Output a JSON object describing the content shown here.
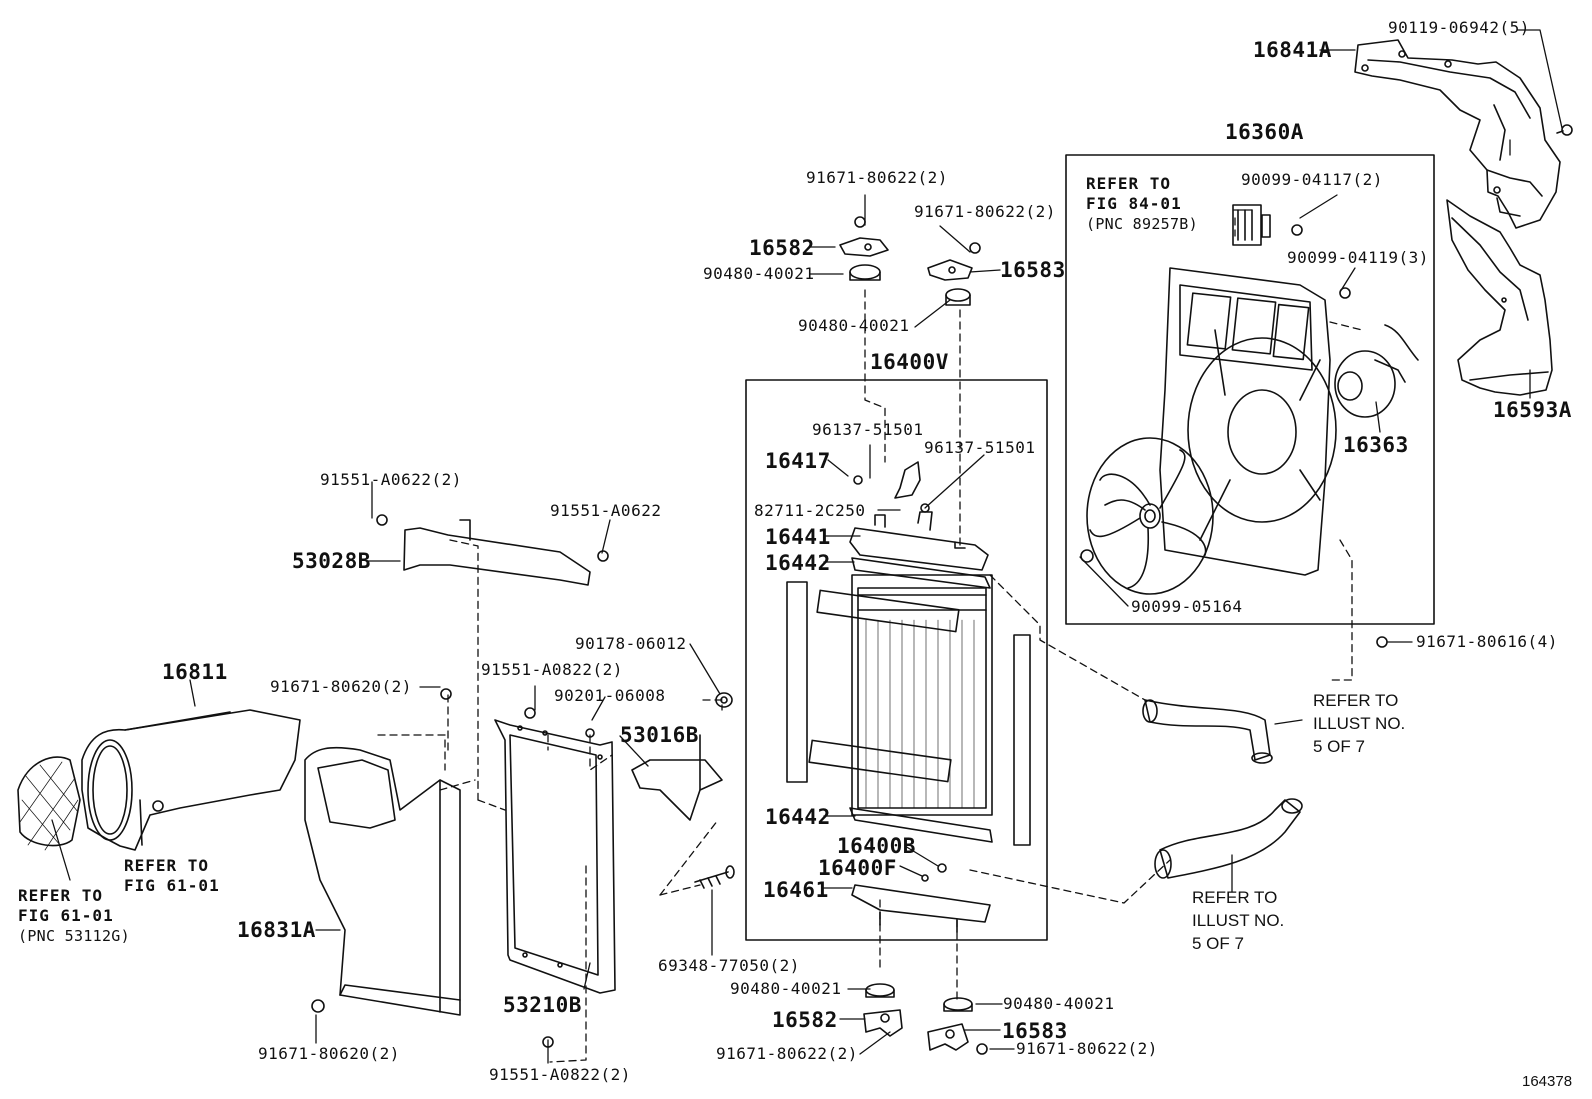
{
  "figure_number": "164378",
  "labels": {
    "p16841A": "16841A",
    "p90119_06942": "90119-06942(5)",
    "p16360A": "16360A",
    "ref_fig84_l1": "REFER TO",
    "ref_fig84_l2": "FIG 84-01",
    "ref_fig84_l3": "(PNC 89257B)",
    "p90099_04117": "90099-04117(2)",
    "p90099_04119": "90099-04119(3)",
    "p16593A": "16593A",
    "p16363": "16363",
    "p90099_05164": "90099-05164",
    "p91671_80616": "91671-80616(4)",
    "ref_illust_top_l1": "REFER TO",
    "ref_illust_top_l2": "ILLUST NO.",
    "ref_illust_top_l3": "5 OF 7",
    "ref_illust_bot_l1": "REFER TO",
    "ref_illust_bot_l2": "ILLUST NO.",
    "ref_illust_bot_l3": "5 OF 7",
    "p91671_80622_a": "91671-80622(2)",
    "p16582_top": "16582",
    "p90480_40021_a": "90480-40021",
    "p91671_80622_b": "91671-80622(2)",
    "p16583_top": "16583",
    "p90480_40021_b": "90480-40021",
    "p16400V": "16400V",
    "p96137_51501_a": "96137-51501",
    "p16417": "16417",
    "p96137_51501_b": "96137-51501",
    "p82711_2C250": "82711-2C250",
    "p16441": "16441",
    "p16442_top": "16442",
    "p16442_bot": "16442",
    "p16400B": "16400B",
    "p16400F": "16400F",
    "p16461": "16461",
    "p90480_40021_c": "90480-40021",
    "p90480_40021_d": "90480-40021",
    "p16582_bot": "16582",
    "p16583_bot": "16583",
    "p91671_80622_c": "91671-80622(2)",
    "p91671_80622_d": "91671-80622(2)",
    "p91551_A0622_2": "91551-A0622(2)",
    "p91551_A0622": "91551-A0622",
    "p53028B": "53028B",
    "p90178_06012": "90178-06012",
    "p91551_A0822_top": "91551-A0822(2)",
    "p90201_06008": "90201-06008",
    "p53016B": "53016B",
    "p16811": "16811",
    "p91671_80620_top": "91671-80620(2)",
    "ref_fig61_a_l1": "REFER TO",
    "ref_fig61_a_l2": "FIG 61-01",
    "ref_fig61_b_l1": "REFER TO",
    "ref_fig61_b_l2": "FIG 61-01",
    "ref_fig61_b_l3": "(PNC 53112G)",
    "p16831A": "16831A",
    "p91671_80620_bot": "91671-80620(2)",
    "p53210B": "53210B",
    "p91551_A0822_bot": "91551-A0822(2)",
    "p69348_77050": "69348-77050(2)"
  }
}
